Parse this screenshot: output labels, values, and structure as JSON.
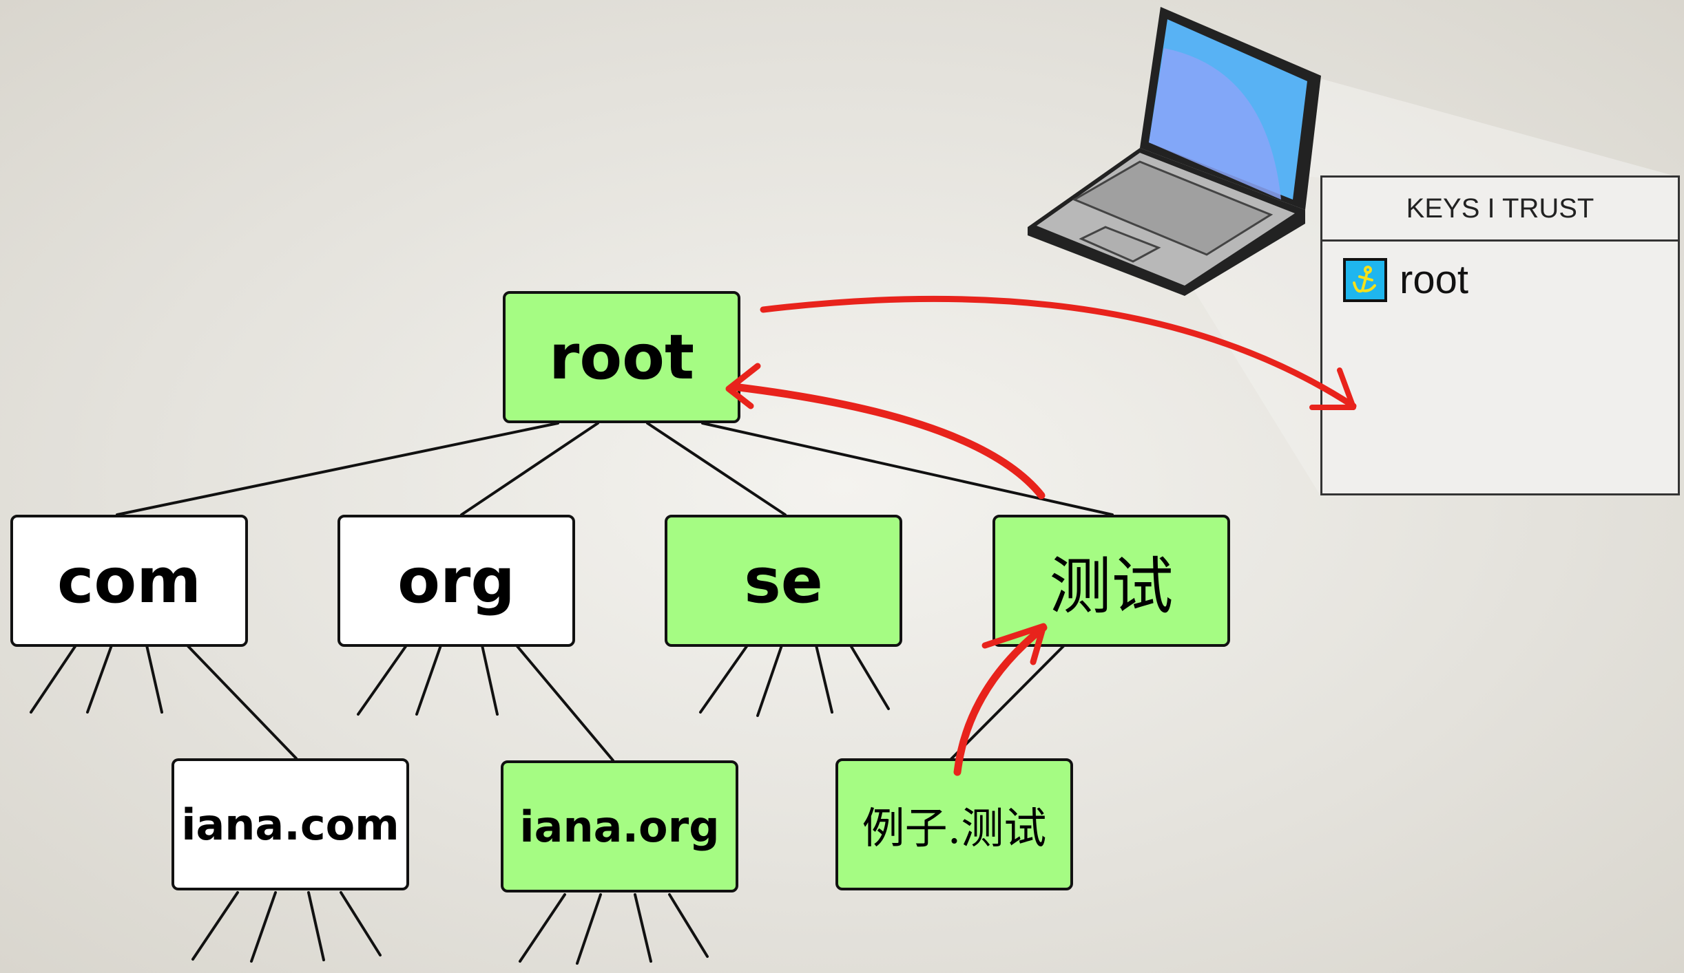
{
  "tree": {
    "root": {
      "label": "root",
      "signed": true
    },
    "tlds": [
      {
        "label": "com",
        "signed": false
      },
      {
        "label": "org",
        "signed": false
      },
      {
        "label": "se",
        "signed": true
      },
      {
        "label": "测试",
        "signed": true
      }
    ],
    "second_level": [
      {
        "label": "iana.com",
        "signed": false
      },
      {
        "label": "iana.org",
        "signed": true
      },
      {
        "label": "例子.测试",
        "signed": true
      }
    ]
  },
  "keys_panel": {
    "title": "KEYS I TRUST",
    "entries": [
      {
        "label": "root",
        "icon": "anchor-icon"
      }
    ]
  },
  "colors": {
    "signed": "#a5fc83",
    "unsigned": "#ffffff",
    "arrow": "#e8231c",
    "screen": "#4aa8f0"
  }
}
